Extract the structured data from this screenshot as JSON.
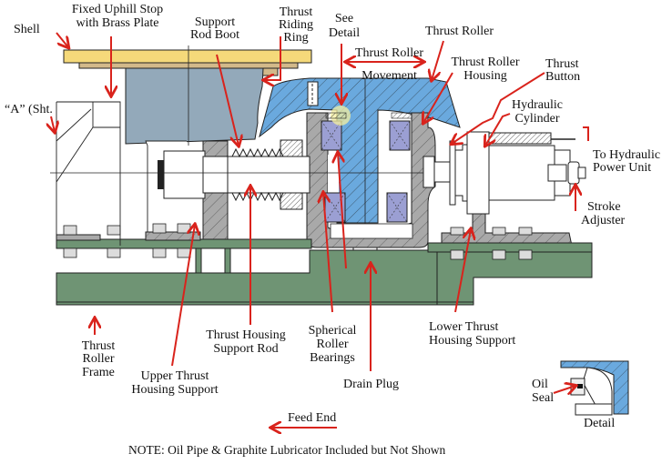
{
  "title": "Thrust Roller Assembly Cross-Section",
  "colors": {
    "shell": "#f5d97a",
    "plate": "#d2b98a",
    "tire": "#93a9ba",
    "housing": "#6aa9de",
    "bearing": "#9b9fd3",
    "steel": "#a9a9a9",
    "frame": "#6f9474",
    "arrow": "#d9231c",
    "highlight": "#f5f0a0"
  },
  "labels": {
    "shell": "Shell",
    "fixed_stop_1": "Fixed Uphill Stop",
    "fixed_stop_2": "with Brass Plate",
    "support_boot_1": "Support",
    "support_boot_2": "Rod Boot",
    "riding_ring_1": "Thrust",
    "riding_ring_2": "Riding",
    "riding_ring_3": "Ring",
    "see_detail_1": "See",
    "see_detail_2": "Detail",
    "thrust_roller": "Thrust Roller",
    "movement_1": "Thrust Roller",
    "movement_2": "Movement",
    "housing_1": "Thrust Roller",
    "housing_2": "Housing",
    "button_1": "Thrust",
    "button_2": "Button",
    "cylinder_1": "Hydraulic",
    "cylinder_2": "Cylinder",
    "power_1": "To Hydraulic",
    "power_2": "Power Unit",
    "stroke_1": "Stroke",
    "stroke_2": "Adjuster",
    "sht_a": "“A” (Sht.",
    "frame_1": "Thrust",
    "frame_2": "Roller",
    "frame_3": "Frame",
    "upper_support_1": "Upper Thrust",
    "upper_support_2": "Housing Support",
    "support_rod_1": "Thrust Housing",
    "support_rod_2": "Support Rod",
    "bearings_1": "Spherical",
    "bearings_2": "Roller",
    "bearings_3": "Bearings",
    "drain_plug": "Drain Plug",
    "lower_support_1": "Lower Thrust",
    "lower_support_2": "Housing Support",
    "oil_seal_1": "Oil",
    "oil_seal_2": "Seal",
    "detail": "Detail",
    "feed_end": "Feed End",
    "note": "NOTE:  Oil Pipe & Graphite Lubricator Included but Not Shown"
  }
}
